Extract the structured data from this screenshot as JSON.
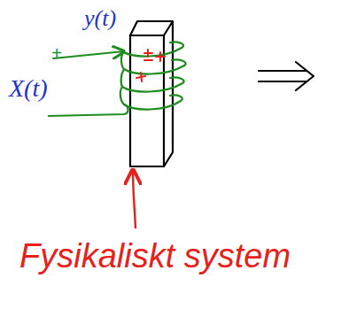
{
  "diagram": {
    "labels": [
      "y(t)",
      "X(t)",
      "+",
      "Fysikaliskt system"
    ]
  }
}
